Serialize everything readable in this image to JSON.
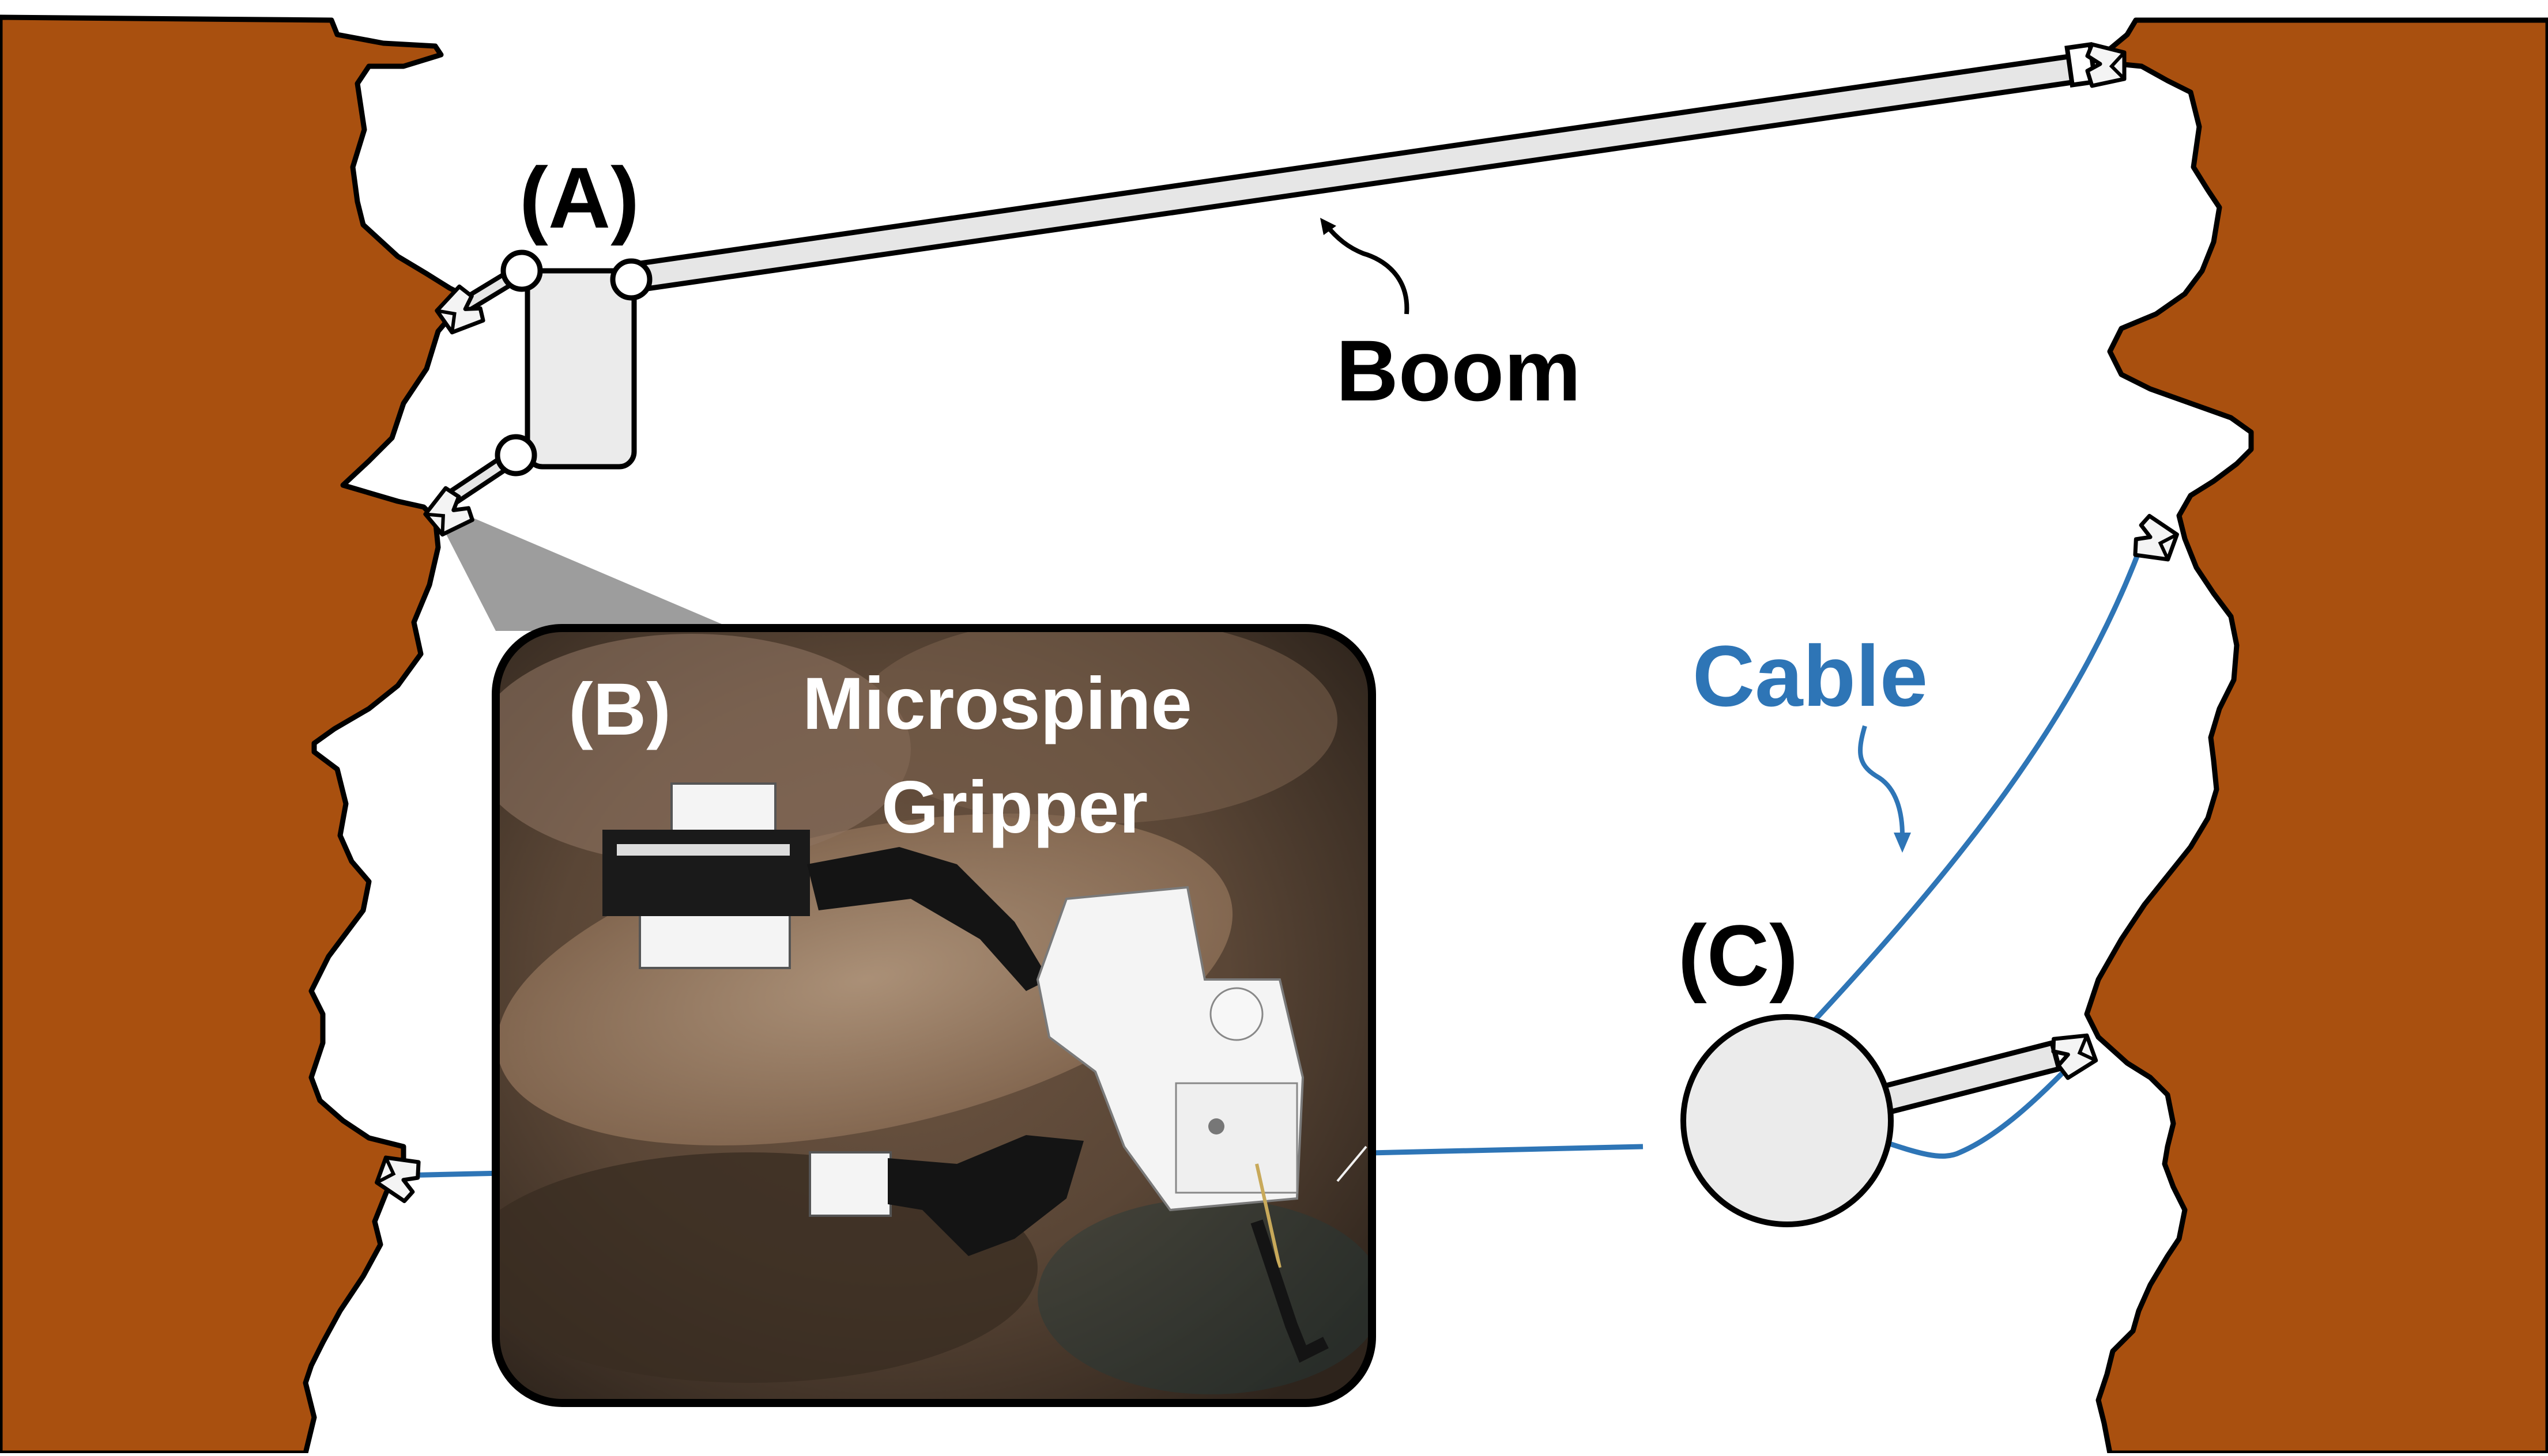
{
  "colors": {
    "rock": "#A9500F",
    "outline": "#000000",
    "cable": "#2E75B6",
    "body_fill": "#EBEBEB",
    "boom_fill": "#E6E6E6",
    "gripper_fill": "#F4F4F4",
    "photo_shadow": "#8C8C8C"
  },
  "labels": {
    "a": "(A)",
    "boom": "Boom",
    "b": "(B)",
    "microspine_line1": "Microspine",
    "microspine_line2": "Gripper",
    "cable": "Cable",
    "c": "(C)"
  },
  "icons": {
    "photo": "microspine-gripper-photo",
    "wall_anchor": "microspine-anchor-icon"
  }
}
